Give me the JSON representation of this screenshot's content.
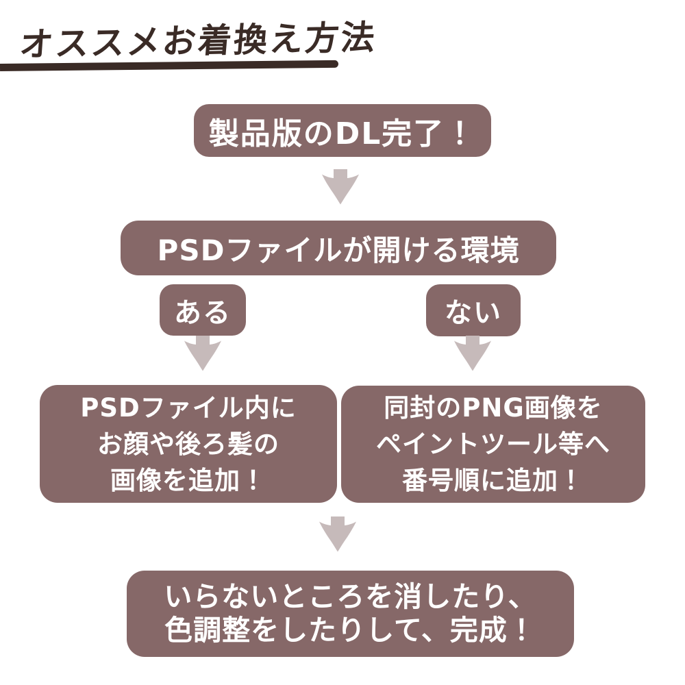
{
  "theme": {
    "page-bg": "#ffffff",
    "box-fill": "#866868",
    "arrow-fill": "#c6baba",
    "title-color": "#3a2b26",
    "box-text-color": "#ffffff"
  },
  "header": {
    "title": "オススメお着換え方法"
  },
  "flowchart": {
    "arrow_icon": "down-arrow",
    "step_dl_done": {
      "label": "製品版のDL完了！"
    },
    "step_psd_env": {
      "label": "PSDファイルが開ける環境"
    },
    "branch_have": {
      "label": "ある"
    },
    "branch_not_have": {
      "label": "ない"
    },
    "step_psd_add": {
      "lines": [
        "PSDファイル内に",
        "お顔や後ろ髪の",
        "画像を追加！"
      ]
    },
    "step_png_add": {
      "lines": [
        "同封のPNG画像を",
        "ペイントツール等へ",
        "番号順に追加！"
      ]
    },
    "step_finish": {
      "lines": [
        "いらないところを消したり、",
        "色調整をしたりして、完成！"
      ]
    }
  }
}
